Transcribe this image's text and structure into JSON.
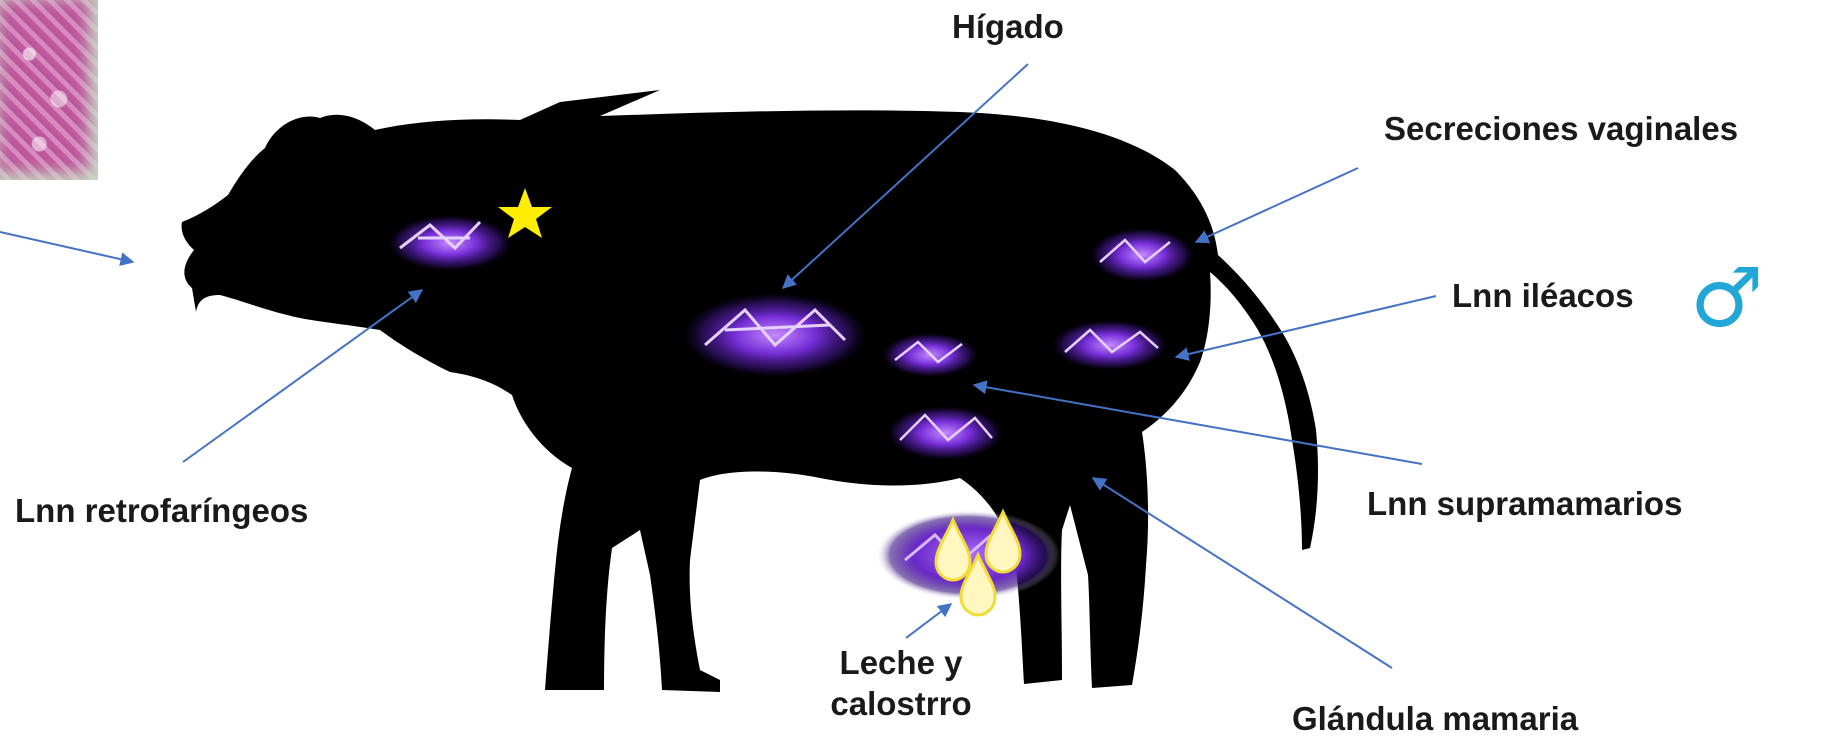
{
  "labels": {
    "higado": "Hígado",
    "secreciones": "Secreciones vaginales",
    "ileacos": "Lnn iléacos",
    "retrofaringeos": "Lnn retrofaríngeos",
    "supramamarios": "Lnn supramamarios",
    "leche_line1": "Leche y",
    "leche_line2": "calostrro",
    "glandula": "Glándula mamaria"
  },
  "icons": {
    "male": "♂",
    "star": "star-icon",
    "bacteria": "bacteria-cluster-icon",
    "milk_drop": "milk-drop-icon"
  },
  "colors": {
    "silhouette": "#000000",
    "arrow": "#4472c4",
    "bacteria": "#9a4dff",
    "star": "#ffee00",
    "male_symbol": "#21a6d8",
    "milk_drop": "#fff6c0"
  }
}
